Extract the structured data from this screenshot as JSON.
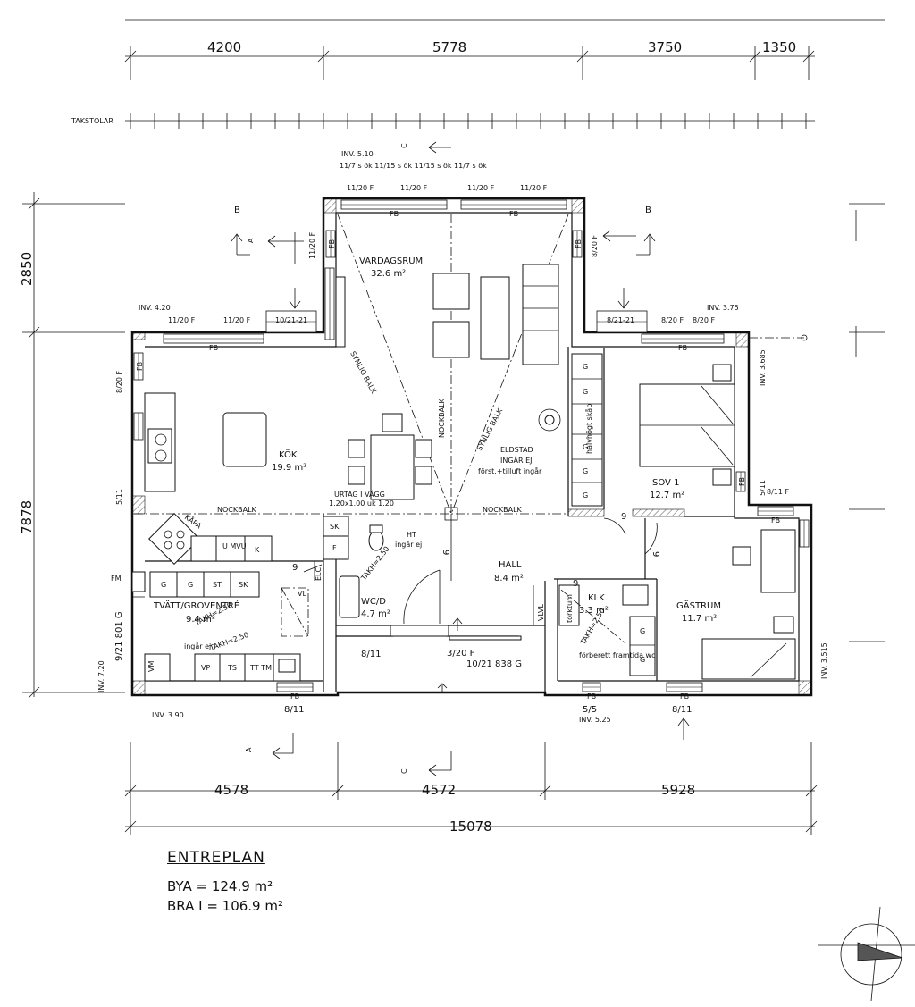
{
  "plan": {
    "title": "ENTREPLAN",
    "bya": "BYA = 124.9 m²",
    "bra": "BRA I = 106.9 m²",
    "takstolar": "TAKSTOLAR"
  },
  "dims_top": [
    "4200",
    "5778",
    "3750",
    "1350"
  ],
  "dims_bottom": [
    "4578",
    "4572",
    "5928"
  ],
  "dim_total": "15078",
  "dims_left": [
    "2850",
    "7878"
  ],
  "section_marks": {
    "b": "B",
    "a": "A",
    "c": "C"
  },
  "rooms": [
    {
      "key": "vardagsrum",
      "name": "VARDAGSRUM",
      "area": "32.6 m²"
    },
    {
      "key": "kok",
      "name": "KÖK",
      "area": "19.9 m²"
    },
    {
      "key": "sov1",
      "name": "SOV 1",
      "area": "12.7 m²"
    },
    {
      "key": "gastrum",
      "name": "GÄSTRUM",
      "area": "11.7 m²"
    },
    {
      "key": "hall",
      "name": "HALL",
      "area": "8.4 m²"
    },
    {
      "key": "wcd",
      "name": "WC/D",
      "area": "4.7 m²"
    },
    {
      "key": "klk",
      "name": "KLK",
      "area": "3.3 m²"
    },
    {
      "key": "tvatt",
      "name": "TVÄTT/GROVENTRÉ",
      "area": "9.4 m²"
    }
  ],
  "labels": {
    "inv_510": "INV. 5.10",
    "sill_top": "11/7 s ök 11/15 s ök   11/15 s ök 11/7 s ök",
    "win_1120": "11/20 F",
    "win_820": "8/20 F",
    "win_1021": "10/21-21",
    "win_821": "8/21-21",
    "win_811": "8/11 F",
    "win_511": "5/11",
    "inv_420": "INV. 4.20",
    "inv_375": "INV. 3.75",
    "inv_3685": "INV. 3.685",
    "inv_3515": "INV. 3.515",
    "inv_720": "INV. 7.20",
    "inv_390": "INV. 3.90",
    "inv_525": "INV. 5.25",
    "fb": "FB",
    "nockbalk": "NOCKBALK",
    "synlig_balk": "SYNLIG BALK",
    "eldstad": "ELDSTAD",
    "ingar_ej": "INGÅR EJ",
    "forst_tilluft": "först.+tilluft ingår",
    "urtag": "URTAG I VÄGG",
    "urtag_dim": "1.20x1.00 uk 1.20",
    "ht": "HT",
    "ht_sub": "ingår ej",
    "takh": "TAKH=2.50",
    "kapa": "KÅPA",
    "halvhogt": "halvhögt skåp",
    "forberett": "förberett framtida wc",
    "door_9": "9",
    "door_811": "8/11",
    "door_55": "5/5",
    "door_320f": "3/20 F",
    "door_1021": "10/21 838 G",
    "door_921": "9/21 801 G",
    "fm": "FM",
    "elc": "ELC",
    "sk": "SK",
    "f": "F",
    "g": "G",
    "st": "ST",
    "u_mvu": "U MVU",
    "k": "K",
    "vp": "VP",
    "ts": "TS",
    "tt_tm": "TT TM",
    "vm": "VM",
    "vl": "VL",
    "ingar_ej2": "ingår ej",
    "vlvl": "VLVL",
    "torktumlare": "torktum"
  },
  "colors": {
    "ink": "#111111",
    "paper": "#ffffff"
  }
}
